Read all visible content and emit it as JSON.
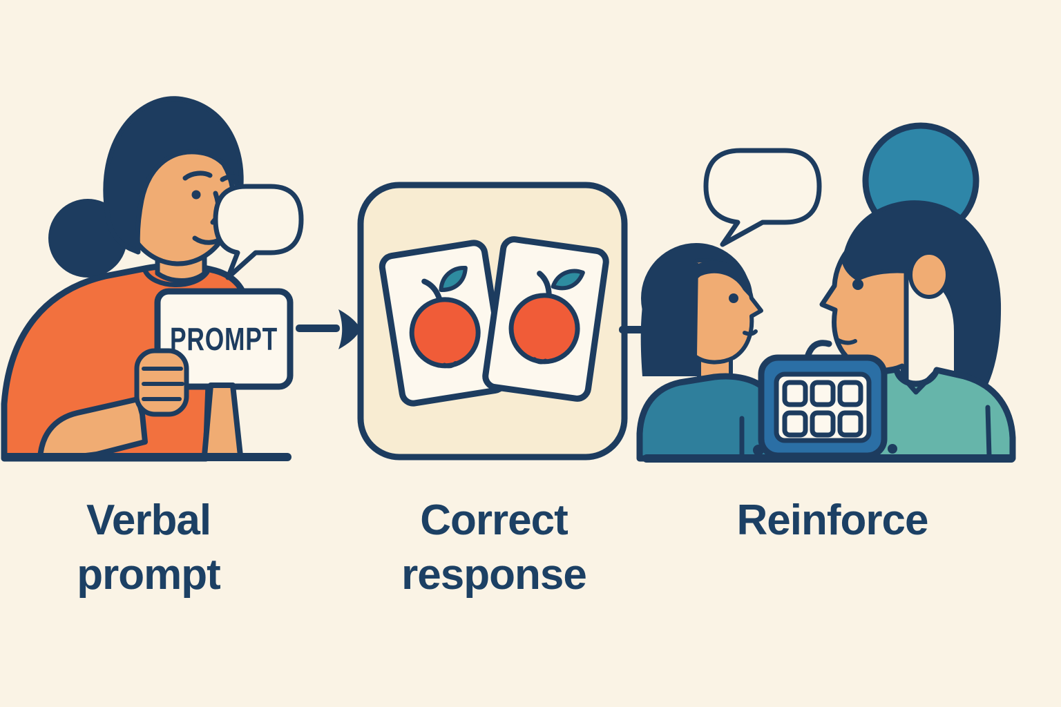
{
  "figure_type": "process-diagram",
  "background_color": "#FAF3E5",
  "outline_color": "#1D3C5F",
  "label_color": "#1C4064",
  "stages": [
    {
      "id": "verbal-prompt",
      "label": "Verbal prompt",
      "card_text": "PROMPT",
      "visible_elements": [
        "teacher-figure",
        "speech-bubble",
        "prompt-card",
        "table-line"
      ],
      "colors": {
        "shirt": "#F2713E",
        "skin": "#F0AC73",
        "hair": "#1D3C5F",
        "card": "#FDF8EE"
      }
    },
    {
      "id": "correct-response",
      "label": "Correct response",
      "visible_elements": [
        "flashcard-panel",
        "apple-flashcard",
        "apple-flashcard"
      ],
      "colors": {
        "panel": "#F8ECD2",
        "card": "#FDF8EE",
        "apple": "#F05C38",
        "leaf": "#2E8CA0"
      }
    },
    {
      "id": "reinforce",
      "label": "Reinforce",
      "token_board_cells": 6,
      "visible_elements": [
        "child-figure",
        "speech-bubble",
        "token-board",
        "adult-figure",
        "table-line"
      ],
      "colors": {
        "child_shirt": "#2F7F9C",
        "adult_shirt": "#66B5AA",
        "adult_bun": "#2E86A8",
        "token_board": "#2B6FA5",
        "skin": "#F0AC73"
      }
    }
  ],
  "connectors": [
    {
      "from": "verbal-prompt",
      "to": "correct-response",
      "type": "arrow-right"
    },
    {
      "from": "correct-response",
      "to": "reinforce",
      "type": "arrow-right"
    }
  ]
}
